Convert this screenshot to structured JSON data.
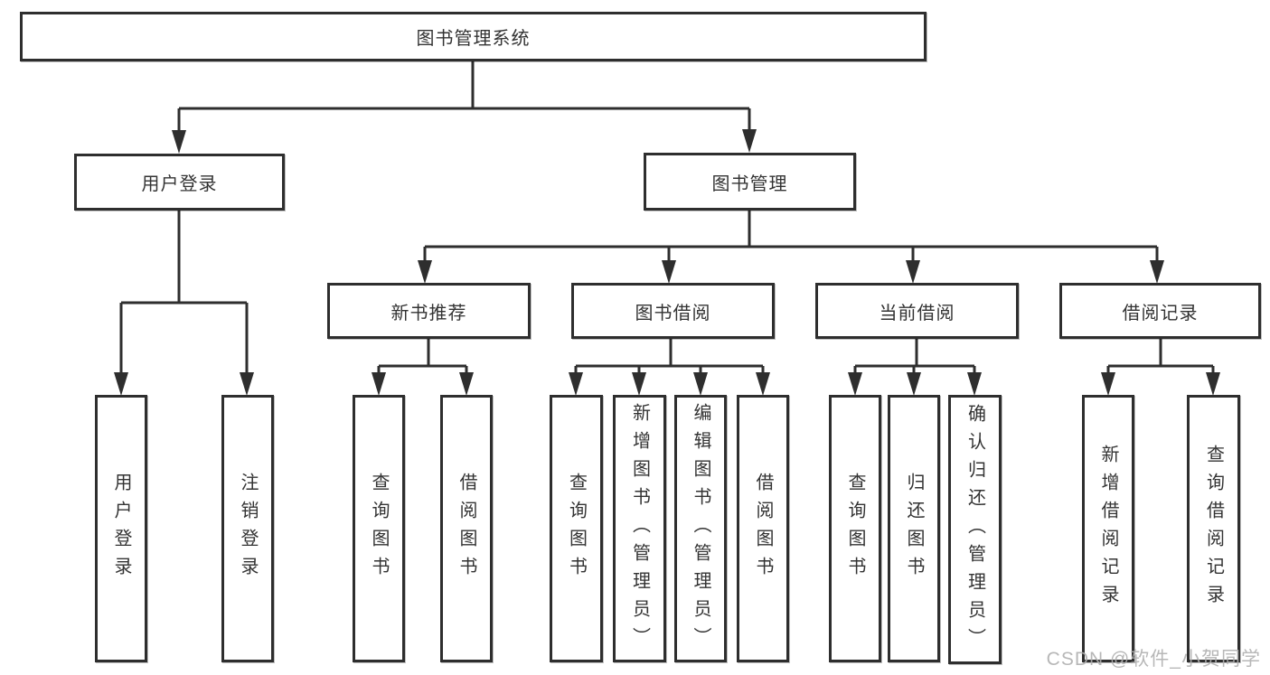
{
  "page": {
    "background": "#ffffff"
  },
  "colors": {
    "line": "#2e2e2e",
    "box_border": "#2e2e2e",
    "text": "#333333",
    "watermark": "#b0b0b0"
  },
  "watermark": {
    "text": "CSDN @软件_小贺同学"
  },
  "tree": {
    "root": {
      "label": "图书管理系统"
    },
    "level1": [
      {
        "label": "用户登录",
        "leaves": [
          {
            "label": "用户登录"
          },
          {
            "label": "注销登录"
          }
        ]
      },
      {
        "label": "图书管理",
        "groups": [
          {
            "label": "新书推荐",
            "leaves": [
              {
                "label": "查询图书"
              },
              {
                "label": "借阅图书"
              }
            ]
          },
          {
            "label": "图书借阅",
            "leaves": [
              {
                "label": "查询图书"
              },
              {
                "label": "新增图书（管理员）"
              },
              {
                "label": "编辑图书（管理员）"
              },
              {
                "label": "借阅图书"
              }
            ]
          },
          {
            "label": "当前借阅",
            "leaves": [
              {
                "label": "查询图书"
              },
              {
                "label": "归还图书"
              },
              {
                "label": "确认归还（管理员）"
              }
            ]
          },
          {
            "label": "借阅记录",
            "leaves": [
              {
                "label": "新增借阅记录"
              },
              {
                "label": "查询借阅记录"
              }
            ]
          }
        ]
      }
    ]
  }
}
